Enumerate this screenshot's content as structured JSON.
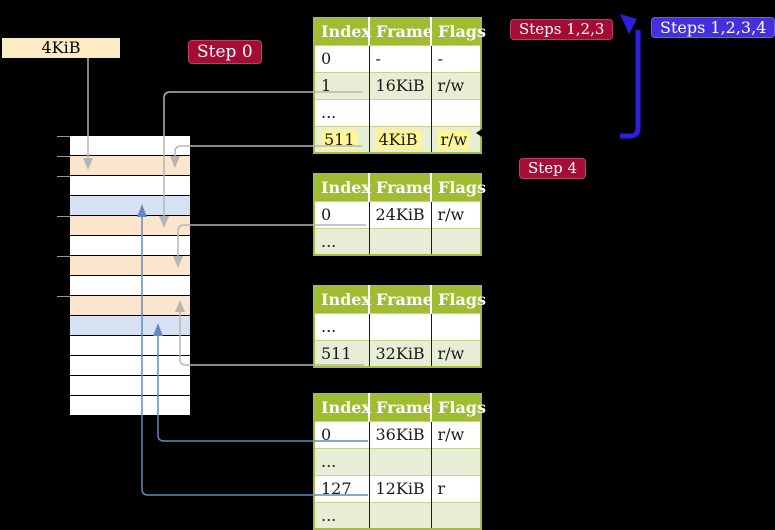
{
  "colors": {
    "bg": "#000000",
    "table-green": "#9fbc33",
    "table-border": "#a3bd3c",
    "row-green": "#e8eed6",
    "highlight-yellow": "#fcf696",
    "crimson": "#a60d36",
    "badge-blue": "#4431dd",
    "arrow-blue": "#2e1fe0",
    "connector-gray": "#b5b5b5",
    "connector-blue": "#6787c0",
    "frame-peach": "#fce5cd",
    "frame-blue": "#d6e2f3",
    "label-cream": "#fcecc3"
  },
  "frame_label": "4KiB",
  "badges": {
    "step0": "Step 0",
    "steps123": "Steps 1,2,3",
    "steps1234": "Steps 1,2,3,4",
    "step4": "Step 4"
  },
  "tables": [
    {
      "headers": [
        "Index",
        "Frame",
        "Flags"
      ],
      "rows": [
        [
          "0",
          "-",
          "-"
        ],
        [
          "1",
          "16KiB",
          "r/w"
        ],
        [
          "...",
          "",
          ""
        ],
        [
          "511",
          "4KiB",
          "r/w"
        ]
      ]
    },
    {
      "headers": [
        "Index",
        "Frame",
        "Flags"
      ],
      "rows": [
        [
          "0",
          "24KiB",
          "r/w"
        ],
        [
          "...",
          "",
          ""
        ]
      ]
    },
    {
      "headers": [
        "Index",
        "Frame",
        "Flags"
      ],
      "rows": [
        [
          "...",
          "",
          ""
        ],
        [
          "511",
          "32KiB",
          "r/w"
        ]
      ]
    },
    {
      "headers": [
        "Index",
        "Frame",
        "Flags"
      ],
      "rows": [
        [
          "0",
          "36KiB",
          "r/w"
        ],
        [
          "...",
          "",
          ""
        ],
        [
          "127",
          "12KiB",
          "r"
        ],
        [
          "...",
          "",
          ""
        ]
      ]
    }
  ],
  "memory": {
    "row_colors": [
      "white",
      "peach",
      "white",
      "blue",
      "peach",
      "white",
      "peach",
      "white",
      "peach",
      "blue",
      "white",
      "white",
      "white",
      "white"
    ]
  }
}
